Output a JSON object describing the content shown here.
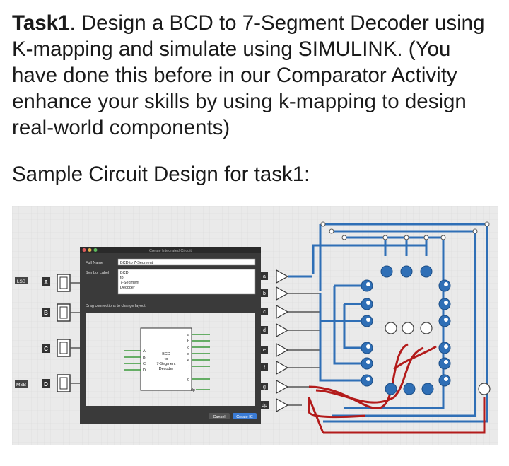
{
  "task": {
    "label": "Task1",
    "text": ". Design a BCD to 7-Segment Decoder using K-mapping and simulate using SIMULINK. (You have done this before in our Comparator Activity enhance your skills by using k-mapping to design real-world components)"
  },
  "sample_heading": "Sample Circuit Design for task1:",
  "circuit": {
    "dialog": {
      "title": "Create Integrated Circuit",
      "full_name_label": "Full Name",
      "full_name_value": "BCD to 7-Segment",
      "symbol_label_label": "Symbol Label",
      "symbol_label_lines": [
        "BCD",
        "to",
        "7-Segment",
        "Decoder"
      ],
      "hint": "Drag connections to change layout.",
      "ic_label_lines": [
        "BCD",
        "to",
        "7-Segment",
        "Decoder"
      ],
      "input_pins": [
        "A",
        "B",
        "C",
        "D"
      ],
      "output_pins": [
        "a",
        "b",
        "c",
        "d",
        "e",
        "f",
        "g",
        "dp"
      ],
      "cancel": "Cancel",
      "create": "Create IC"
    },
    "inputs": [
      {
        "tag": "LSB",
        "name": "A"
      },
      {
        "tag": "",
        "name": "B"
      },
      {
        "tag": "",
        "name": "C"
      },
      {
        "tag": "MSB",
        "name": "D"
      }
    ],
    "outputs": [
      "a",
      "b",
      "c",
      "d",
      "e",
      "f",
      "g",
      "dp"
    ]
  }
}
